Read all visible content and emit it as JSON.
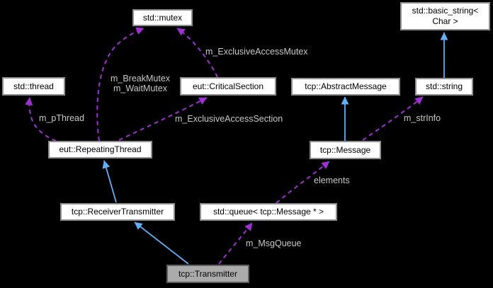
{
  "colors": {
    "bg": "#000000",
    "node_fill": "#ffffff",
    "node_border": "#909090",
    "node_text": "#000000",
    "focus_fill": "#ababab",
    "focus_border": "#606060",
    "label_text": "#c8c8c8",
    "inheritance": "#63aef5",
    "usage": "#9e30d4"
  },
  "nodes": {
    "mutex": {
      "label": "std::mutex"
    },
    "basic_string": {
      "label": "std::basic_string<\nChar >"
    },
    "thread": {
      "label": "std::thread"
    },
    "critical": {
      "label": "eut::CriticalSection"
    },
    "abstract": {
      "label": "tcp::AbstractMessage"
    },
    "string": {
      "label": "std::string"
    },
    "repeating": {
      "label": "eut::RepeatingThread"
    },
    "message": {
      "label": "tcp::Message"
    },
    "receiver": {
      "label": "tcp::ReceiverTransmitter"
    },
    "queue": {
      "label": "std::queue< tcp::Message * >"
    },
    "transmitter": {
      "label": "tcp::Transmitter"
    }
  },
  "edge_labels": {
    "pthread": "m_pThread",
    "breakwait": "m_BreakMutex\nm_WaitMutex",
    "exclmutex": "m_ExclusiveAccessMutex",
    "exclsection": "m_ExclusiveAccessSection",
    "strinfo": "m_strInfo",
    "elements": "elements",
    "msgqueue": "m_MsgQueue"
  },
  "edges": [
    {
      "from": "eut::RepeatingThread",
      "to": "std::thread",
      "type": "usage",
      "label": "m_pThread"
    },
    {
      "from": "eut::RepeatingThread",
      "to": "std::mutex",
      "type": "usage",
      "label": "m_BreakMutex\nm_WaitMutex"
    },
    {
      "from": "eut::CriticalSection",
      "to": "std::mutex",
      "type": "usage",
      "label": "m_ExclusiveAccessMutex"
    },
    {
      "from": "eut::RepeatingThread",
      "to": "eut::CriticalSection",
      "type": "usage",
      "label": "m_ExclusiveAccessSection"
    },
    {
      "from": "std::string",
      "to": "std::basic_string< Char >",
      "type": "inheritance"
    },
    {
      "from": "tcp::Message",
      "to": "tcp::AbstractMessage",
      "type": "inheritance"
    },
    {
      "from": "tcp::Message",
      "to": "std::string",
      "type": "usage",
      "label": "m_strInfo"
    },
    {
      "from": "std::queue< tcp::Message * >",
      "to": "tcp::Message",
      "type": "usage",
      "label": "elements"
    },
    {
      "from": "tcp::ReceiverTransmitter",
      "to": "eut::RepeatingThread",
      "type": "inheritance"
    },
    {
      "from": "tcp::Transmitter",
      "to": "tcp::ReceiverTransmitter",
      "type": "inheritance"
    },
    {
      "from": "tcp::Transmitter",
      "to": "std::queue< tcp::Message * >",
      "type": "usage",
      "label": "m_MsgQueue"
    }
  ]
}
